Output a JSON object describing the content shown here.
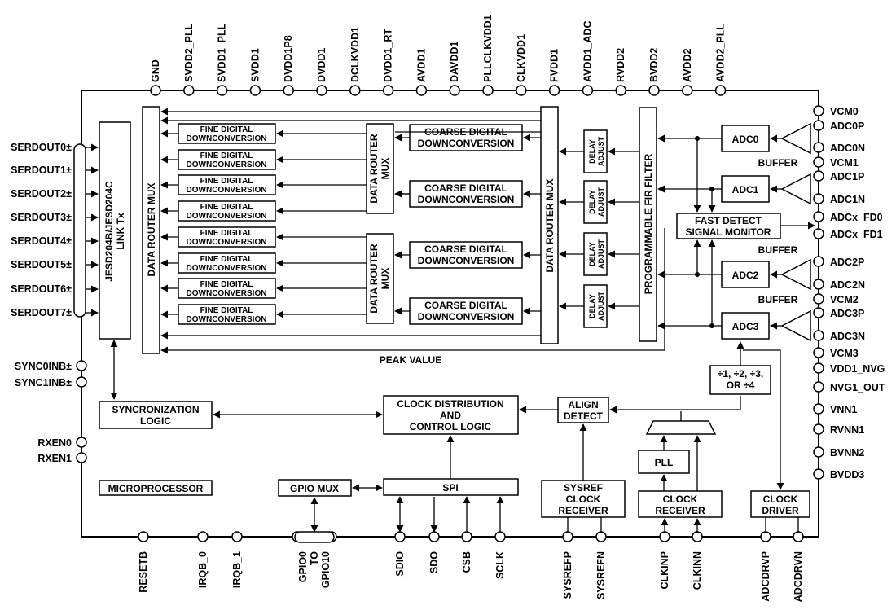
{
  "top_pins": [
    "GND",
    "SVDD2_PLL",
    "SVDD1_PLL",
    "SVDD1",
    "DVDD1P8",
    "DVDD1",
    "DCLKVDD1",
    "DVDD1_RT",
    "AVDD1",
    "DAVDD1",
    "PLLCLKVDD1",
    "CLKVDD1",
    "FVDD1",
    "AVDD1_ADC",
    "RVDD2",
    "BVDD2",
    "AVDD2",
    "AVDD2_PLL"
  ],
  "right_pins": [
    "VCM0",
    "ADC0P",
    "ADC0N",
    "VCM1",
    "ADC1P",
    "ADC1N",
    "ADCx_FD0",
    "ADCx_FD1",
    "ADC2P",
    "ADC2N",
    "VCM2",
    "ADC3P",
    "ADC3N",
    "VCM3",
    "VDD1_NVG",
    "NVG1_OUT",
    "VNN1",
    "RVNN1",
    "BVNN2",
    "BVDD3"
  ],
  "left_serdout": [
    "SERDOUT0±",
    "SERDOUT1±",
    "SERDOUT2±",
    "SERDOUT3±",
    "SERDOUT4±",
    "SERDOUT5±",
    "SERDOUT6±",
    "SERDOUT7±"
  ],
  "left_sync": [
    "SYNC0INB±",
    "SYNC1INB±"
  ],
  "left_rxen": [
    "RXEN0",
    "RXEN1"
  ],
  "bottom_pins": [
    "RESETB",
    "IRQB_0",
    "IRQB_1",
    "SDIO",
    "SDO",
    "CSB",
    "SCLK",
    "SYSREFP",
    "SYSREFN",
    "CLKINP",
    "CLKINN",
    "ADCDRVP",
    "ADCDRVN"
  ],
  "gpio_label": [
    "GPIO0",
    "TO",
    "GPIO10"
  ],
  "blocks": {
    "jesd": [
      "JESD204B/JESD204C",
      "LINK Tx"
    ],
    "data_router_mux": "DATA ROUTER MUX",
    "inner_mux": [
      "DATA ROUTER",
      "MUX"
    ],
    "fine_ddc": [
      "FINE DIGITAL",
      "DOWNCONVERSION"
    ],
    "coarse_ddc": [
      "COARSE DIGITAL",
      "DOWNCONVERSION"
    ],
    "delay_adjust": [
      "DELAY",
      "ADJUST"
    ],
    "fir_filter": "PROGRAMMABLE FIR FILTER",
    "adcs": [
      "ADC0",
      "ADC1",
      "ADC2",
      "ADC3"
    ],
    "buffer": "BUFFER",
    "fast_detect": [
      "FAST DETECT",
      "SIGNAL MONITOR"
    ],
    "peak_value": "PEAK VALUE",
    "divider": [
      "÷1, ÷2, ÷3,",
      "OR ÷4"
    ],
    "sync_logic": [
      "SYNCRONIZATION",
      "LOGIC"
    ],
    "clock_dist": [
      "CLOCK DISTRIBUTION",
      "AND",
      "CONTROL LOGIC"
    ],
    "align_detect": [
      "ALIGN",
      "DETECT"
    ],
    "pll": "PLL",
    "microprocessor": "MICROPROCESSOR",
    "gpio_mux": "GPIO MUX",
    "spi": "SPI",
    "sysref_receiver": [
      "SYSREF",
      "CLOCK",
      "RECEIVER"
    ],
    "clock_receiver": [
      "CLOCK",
      "RECEIVER"
    ],
    "clock_driver": [
      "CLOCK",
      "DRIVER"
    ]
  }
}
